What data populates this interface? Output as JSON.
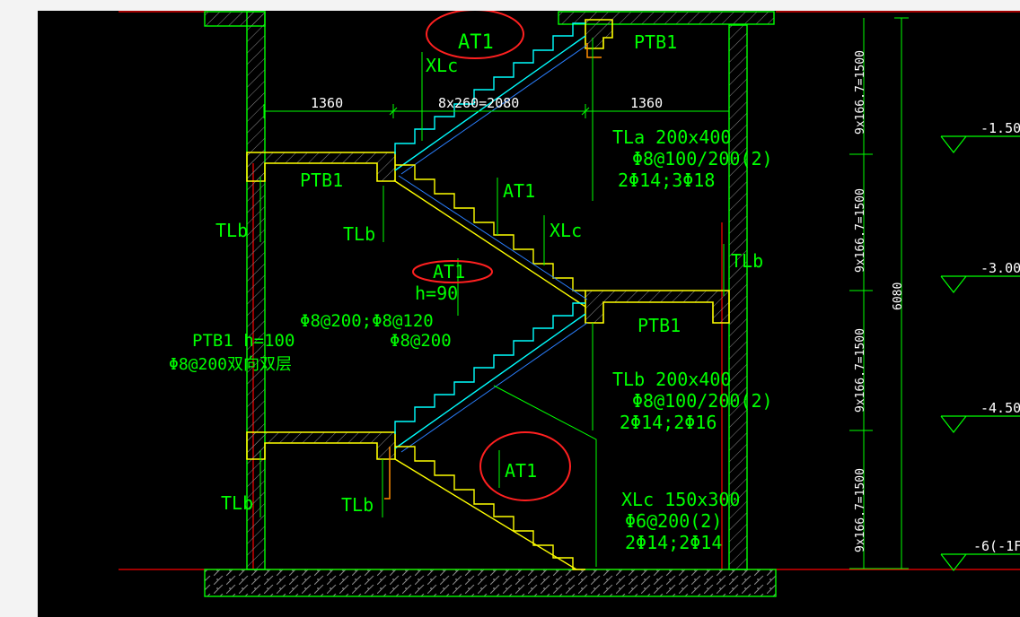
{
  "colors": {
    "background": "#000000",
    "wall": "#00ff00",
    "hatch": "#9a9a9a",
    "stair": "#ffff00",
    "rebar": "#00ffff",
    "axis": "#ff0000",
    "highlight": "#ff2020",
    "text": "#00ff00",
    "dim_text": "#ffffff",
    "cover": "#ff8c00"
  },
  "labels": {
    "at1_top": "AT1",
    "xlc_top": "XLc",
    "ptb1_top": "PTB1",
    "ptb1_left": "PTB1",
    "at1_mid_right": "AT1",
    "xlc_mid": "XLc",
    "tlb_left_upper": "TLb",
    "tlb_center_upper": "TLb",
    "tlb_right": "TLb",
    "at1_mid": "AT1",
    "h90": "h=90",
    "rebar_phi8_200_120": "Φ8@200;Φ8@120",
    "rebar_phi8_200": "Φ8@200",
    "ptb1_right_lower": "PTB1",
    "ptb1_h100": "PTB1 h=100",
    "ptb1_rebar": "Φ8@200双向双层",
    "tlb_left_lower": "TLb",
    "tlb_center_lower": "TLb",
    "at1_bottom": "AT1"
  },
  "beam_notes": {
    "tla": [
      "TLa 200x400",
      "Φ8@100/200(2)",
      "2Φ14;3Φ18"
    ],
    "tlb": [
      "TLb 200x400",
      "Φ8@100/200(2)",
      "2Φ14;2Φ16"
    ],
    "xlc": [
      "XLc 150x300",
      "Φ6@200(2)",
      "2Φ14;2Φ14"
    ]
  },
  "dimensions": {
    "left_landing": "1360",
    "flight": "8x260=2080",
    "right_landing": "1360",
    "riser_1": "9x166.7=1500",
    "riser_2": "9x166.7=1500",
    "riser_3": "9x166.7=1500",
    "riser_4": "9x166.7=1500",
    "total_height": "6080"
  },
  "elevations": [
    "-1.50",
    "-3.00",
    "-4.50",
    "-6(-1F"
  ]
}
